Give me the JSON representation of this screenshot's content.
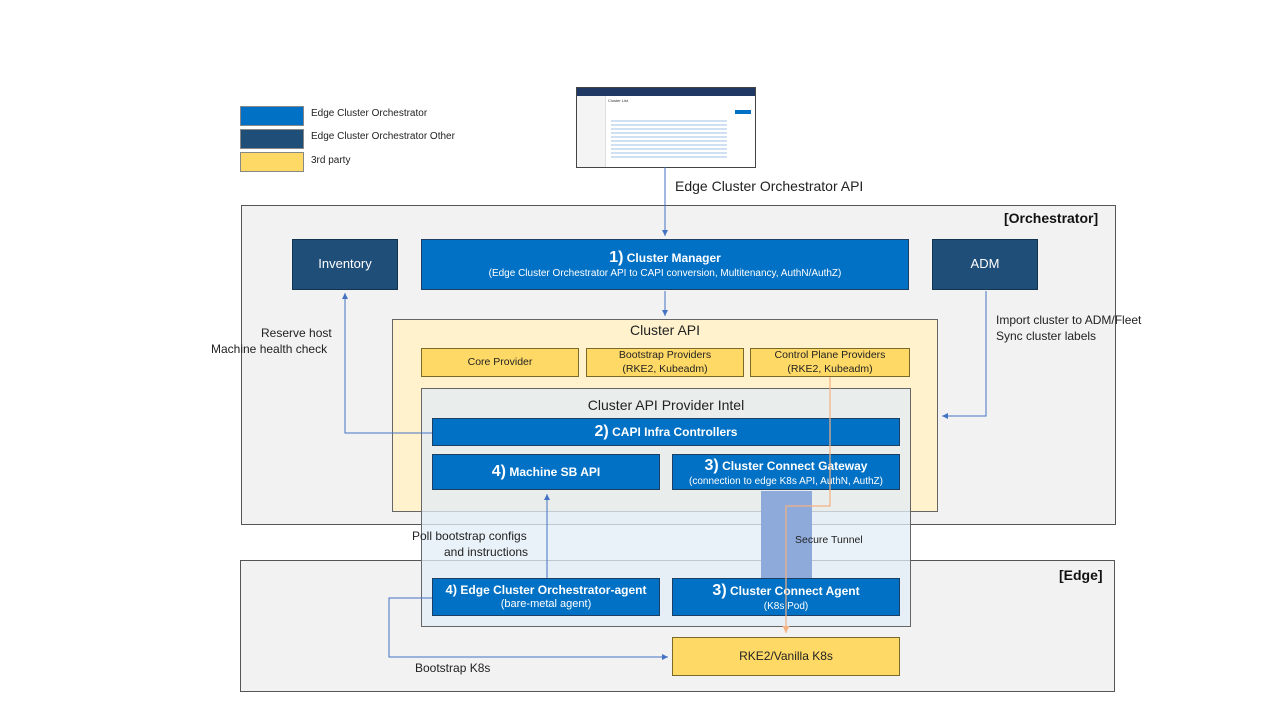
{
  "legend": {
    "items": [
      {
        "label": "Edge Cluster Orchestrator",
        "color": "#0071c5"
      },
      {
        "label": "Edge Cluster Orchestrator Other",
        "color": "#1f4e79"
      },
      {
        "label": "3rd party",
        "color": "#ffd966"
      }
    ]
  },
  "ui_screenshot": {
    "title": "Cluster List"
  },
  "api_label": "Edge Cluster Orchestrator API",
  "orchestrator": {
    "title": "[Orchestrator]",
    "inventory": "Inventory",
    "cluster_manager": {
      "num": "1)",
      "title": "Cluster Manager",
      "sub": "(Edge Cluster Orchestrator API to CAPI conversion, Multitenancy, AuthN/AuthZ)"
    },
    "adm": "ADM",
    "reserve_host": "Reserve host",
    "machine_health": "Machine health check",
    "import_cluster": "Import cluster to ADM/Fleet",
    "sync_labels": "Sync cluster labels",
    "cluster_api": {
      "title": "Cluster API",
      "core_provider": "Core Provider",
      "bootstrap_providers": {
        "line1": "Bootstrap Providers",
        "line2": "(RKE2, Kubeadm)"
      },
      "control_plane_providers": {
        "line1": "Control Plane Providers",
        "line2": "(RKE2, Kubeadm)"
      }
    },
    "capi_provider": {
      "title": "Cluster API Provider Intel",
      "infra_controllers": {
        "num": "2)",
        "title": "CAPI Infra Controllers"
      },
      "machine_sb_api": {
        "num": "4)",
        "title": "Machine SB API"
      },
      "cluster_connect_gateway": {
        "num": "3)",
        "title": "Cluster Connect Gateway",
        "sub": "(connection to edge K8s API, AuthN, AuthZ)"
      }
    }
  },
  "poll_bootstrap": {
    "line1": "Poll bootstrap configs",
    "line2": "and instructions"
  },
  "secure_tunnel": "Secure Tunnel",
  "edge": {
    "title": "[Edge]",
    "agent": {
      "num": "4)",
      "title": "Edge Cluster Orchestrator-agent",
      "sub": "(bare-metal agent)"
    },
    "connect_agent": {
      "num": "3)",
      "title": "Cluster Connect Agent",
      "sub": "(K8s Pod)"
    },
    "rke2": "RKE2/Vanilla K8s",
    "bootstrap_k8s": "Bootstrap K8s"
  }
}
